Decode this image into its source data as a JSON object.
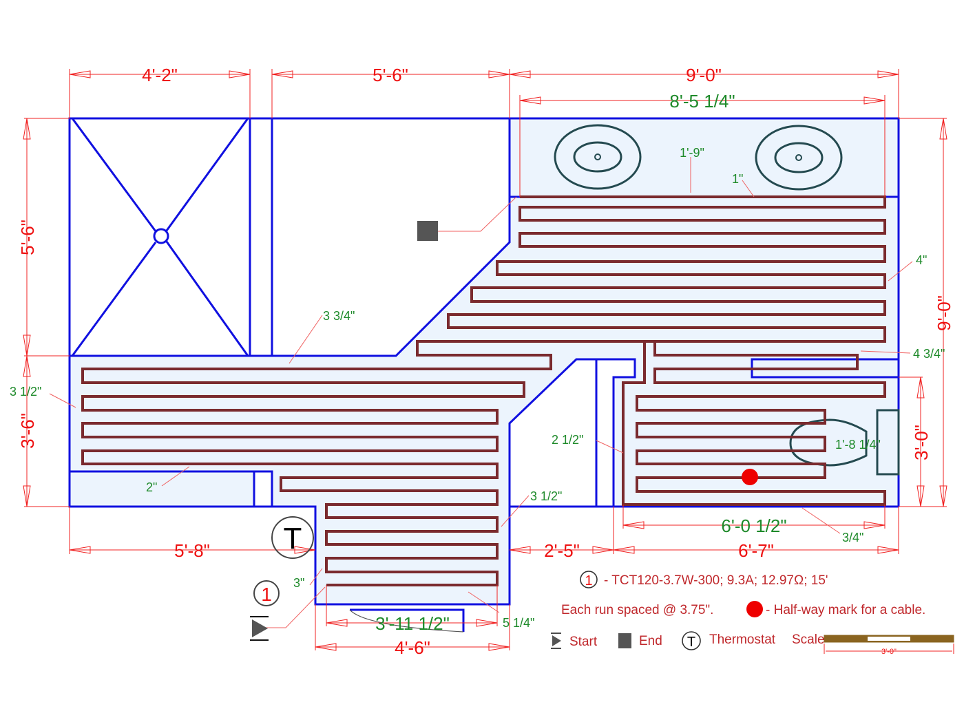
{
  "drawing": {
    "title": "Heated floor cable layout plan",
    "dimensions": {
      "top_left_width": "4'-2\"",
      "top_middle_width": "5'-6\"",
      "top_right_width": "9'-0\"",
      "vanity_cable_width": "8'-5 1/4\"",
      "left_upper_height": "5'-6\"",
      "left_lower_height": "3'-6\"",
      "right_total_height": "9'-0\"",
      "right_lower_height": "3'-0\"",
      "bottom_left_width": "5'-8\"",
      "bottom_center_width": "4'-6\"",
      "bottom_center_cable_width": "3'-11 1/2\"",
      "bottom_gap_width": "2'-5\"",
      "bottom_right_width": "6'-7\"",
      "bottom_right_cable_width": "6'-0 1/2\""
    },
    "clearances": {
      "vanity_depth": "1'-9\"",
      "vanity_gap": "1\"",
      "right_wall": "4\"",
      "right_notch": "4 3/4\"",
      "upper_left_wall": "3 3/4\"",
      "left_wall": "3 1/2\"",
      "left_bottom": "2\"",
      "center_right": "3 1/2\"",
      "center_left": "3\"",
      "center_bottom": "5 1/4\"",
      "right_left": "2 1/2\"",
      "right_bottom": "3/4\"",
      "toilet": "1'-8 1/4\""
    },
    "symbols": {
      "thermostat_letter": "T",
      "cable_number": "1"
    }
  },
  "legend": {
    "cable_number": "1",
    "cable_spec": "- TCT120-3.7W-300; 9.3A; 12.97Ω; 15'",
    "spacing_note": "Each run spaced @ 3.75\".",
    "halfway_note": "- Half-way mark for a cable.",
    "start_label": "Start",
    "end_label": "End",
    "thermostat_letter": "T",
    "thermostat_label": "Thermostat",
    "scale_label": "Scale",
    "scale_value": "3'-0\""
  },
  "colors": {
    "wall": "#1010e0",
    "cable": "#7a2a2e",
    "floor_fill": "#ecf4fd",
    "dimension": "#ee1111",
    "clearance": "#1e8a2a",
    "halfway_mark": "#ee0000",
    "scale_bar": "#8a6420"
  }
}
